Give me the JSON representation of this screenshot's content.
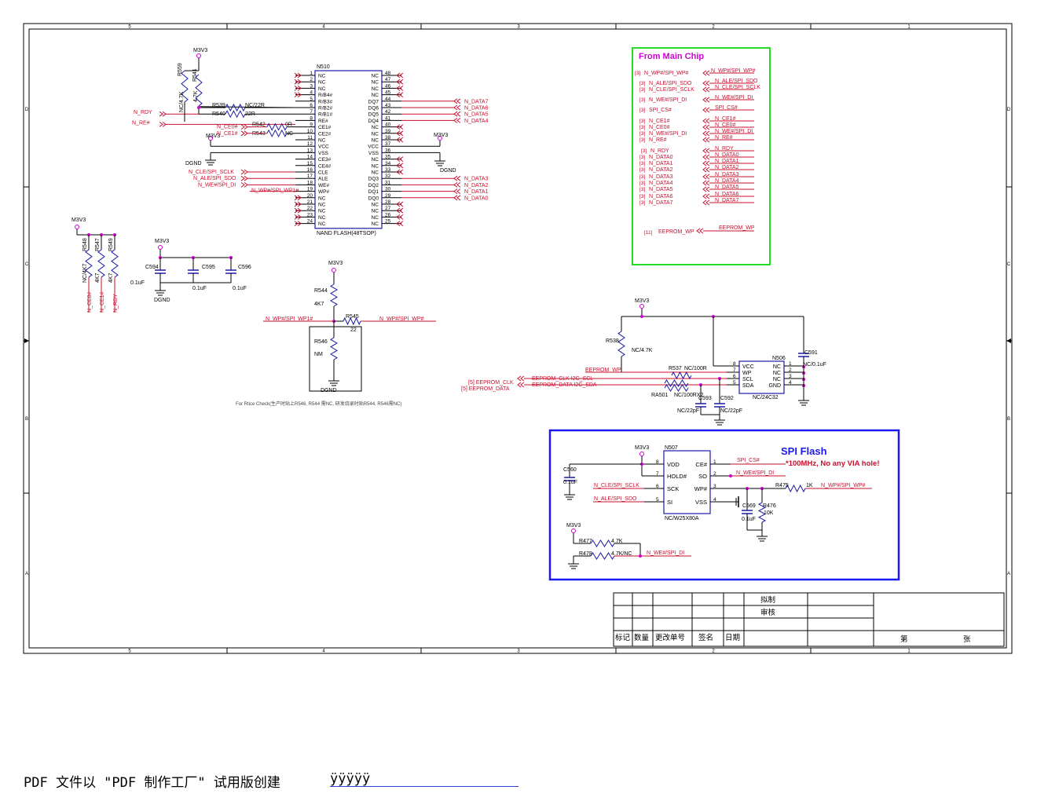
{
  "frame": {
    "col_numbers": [
      "5",
      "4",
      "3",
      "2",
      "1"
    ],
    "row_letters": [
      "D",
      "C",
      "B",
      "A"
    ]
  },
  "nand": {
    "ref": "N510",
    "part": "NAND FLASH(48TSOP)",
    "left_pins": [
      {
        "num": "1",
        "name": "NC"
      },
      {
        "num": "2",
        "name": "NC"
      },
      {
        "num": "3",
        "name": "NC"
      },
      {
        "num": "4",
        "name": "R/B4#"
      },
      {
        "num": "5",
        "name": "R/B3#"
      },
      {
        "num": "6",
        "name": "R/B2#"
      },
      {
        "num": "7",
        "name": "R/B1#"
      },
      {
        "num": "8",
        "name": "RE#"
      },
      {
        "num": "9",
        "name": "CE1#"
      },
      {
        "num": "10",
        "name": "CE2#"
      },
      {
        "num": "11",
        "name": "NC"
      },
      {
        "num": "12",
        "name": "VCC"
      },
      {
        "num": "13",
        "name": "VSS"
      },
      {
        "num": "14",
        "name": "CE3#"
      },
      {
        "num": "15",
        "name": "CE4#"
      },
      {
        "num": "16",
        "name": "CLE"
      },
      {
        "num": "17",
        "name": "ALE"
      },
      {
        "num": "18",
        "name": "WE#"
      },
      {
        "num": "19",
        "name": "WP#"
      },
      {
        "num": "20",
        "name": "NC"
      },
      {
        "num": "21",
        "name": "NC"
      },
      {
        "num": "22",
        "name": "NC"
      },
      {
        "num": "23",
        "name": "NC"
      },
      {
        "num": "24",
        "name": "NC"
      }
    ],
    "right_pins": [
      {
        "num": "48",
        "name": "NC"
      },
      {
        "num": "47",
        "name": "NC"
      },
      {
        "num": "46",
        "name": "NC"
      },
      {
        "num": "45",
        "name": "NC"
      },
      {
        "num": "44",
        "name": "DQ7"
      },
      {
        "num": "43",
        "name": "DQ6"
      },
      {
        "num": "42",
        "name": "DQ5"
      },
      {
        "num": "41",
        "name": "DQ4"
      },
      {
        "num": "40",
        "name": "NC"
      },
      {
        "num": "39",
        "name": "NC"
      },
      {
        "num": "38",
        "name": "NC"
      },
      {
        "num": "37",
        "name": "VCC"
      },
      {
        "num": "36",
        "name": "VSS"
      },
      {
        "num": "35",
        "name": "NC"
      },
      {
        "num": "34",
        "name": "NC"
      },
      {
        "num": "33",
        "name": "NC"
      },
      {
        "num": "32",
        "name": "DQ3"
      },
      {
        "num": "31",
        "name": "DQ2"
      },
      {
        "num": "30",
        "name": "DQ1"
      },
      {
        "num": "29",
        "name": "DQ0"
      },
      {
        "num": "28",
        "name": "NC"
      },
      {
        "num": "27",
        "name": "NC"
      },
      {
        "num": "26",
        "name": "NC"
      },
      {
        "num": "25",
        "name": "NC"
      }
    ],
    "right_nets": [
      "N_DATA7",
      "N_DATA6",
      "N_DATA5",
      "N_DATA4",
      "N_DATA3",
      "N_DATA2",
      "N_DATA1",
      "N_DATA0"
    ],
    "left_nets": {
      "rdy": "N_RDY",
      "re": "N_RE#",
      "ce0": "N_CE0#",
      "ce1": "N_CE1#",
      "cle": "N_CLE/SPI_SCLK",
      "ale": "N_ALE/SPI_SDO",
      "we": "N_WE#/SPI_DI",
      "wp": "N_WP#/SPI_WP1#"
    },
    "resistors": [
      {
        "ref": "R539",
        "val": "NC/22R"
      },
      {
        "ref": "R540",
        "val": "22R"
      },
      {
        "ref": "R542",
        "val": "0R"
      },
      {
        "ref": "R543",
        "val": "NC"
      },
      {
        "ref": "R559",
        "val": "NC/4.7K"
      },
      {
        "ref": "R541",
        "val": "4.7K"
      }
    ],
    "power": "M3V3",
    "ground": "DGND"
  },
  "pullups": {
    "power": "M3V3",
    "resistors": [
      {
        "ref": "R548",
        "val": "NC/4K7"
      },
      {
        "ref": "R547",
        "val": "4K7"
      },
      {
        "ref": "R549",
        "val": "4K7"
      }
    ],
    "nets": [
      "N_CE0#",
      "N_CE1#",
      "N_RDY"
    ]
  },
  "decoupling": {
    "power": "M3V3",
    "ground": "DGND",
    "caps": [
      {
        "ref": "C594",
        "val": "0.1uF"
      },
      {
        "ref": "C595",
        "val": "0.1uF"
      },
      {
        "ref": "C596",
        "val": "0.1uF"
      }
    ]
  },
  "wp_block": {
    "power": "M3V3",
    "r544": {
      "ref": "R544",
      "val": "4K7"
    },
    "r545": {
      "ref": "R545",
      "val": "22"
    },
    "r546": {
      "ref": "R546",
      "val": "NM"
    },
    "net_left": "N_WP#/SPI_WP1#",
    "net_right": "N_WP#/SPI_WP#",
    "ground": "DGND",
    "note": "For Rtice Check(生产时贴上R546, R544 需NC, 研发烧录时贴R544, R546需NC)"
  },
  "main_chip": {
    "title": "From Main Chip",
    "rows": [
      {
        "ref": "[3]",
        "left": "N_WP#/SPI_WP#",
        "right": "N_WP#/SPI_WP#"
      },
      {
        "ref": "[3]",
        "left": "N_ALE/SPI_SDO",
        "right": "N_ALE/SPI_SDO"
      },
      {
        "ref": "[3]",
        "left": "N_CLE/SPI_SCLK",
        "right": "N_CLE/SPI_SCLK"
      },
      {
        "ref": "[3]",
        "left": "N_WE#/SPI_DI",
        "right": "N_WE#/SPI_DI"
      },
      {
        "ref": "[3]",
        "left": "SPI_CS#",
        "right": "SPI_CS#"
      },
      {
        "ref": "[3]",
        "left": "N_CE1#",
        "right": "N_CE1#"
      },
      {
        "ref": "[3]",
        "left": "N_CE0#",
        "right": "N_CE0#"
      },
      {
        "ref": "[3]",
        "left": "N_WE#/SPI_DI",
        "right": "N_WE#/SPI_DI"
      },
      {
        "ref": "[3]",
        "left": "N_RE#",
        "right": "N_RE#"
      },
      {
        "ref": "[3]",
        "left": "N_RDY",
        "right": "N_RDY"
      },
      {
        "ref": "[3]",
        "left": "N_DATA0",
        "right": "N_DATA0"
      },
      {
        "ref": "[3]",
        "left": "N_DATA1",
        "right": "N_DATA1"
      },
      {
        "ref": "[3]",
        "left": "N_DATA2",
        "right": "N_DATA2"
      },
      {
        "ref": "[3]",
        "left": "N_DATA3",
        "right": "N_DATA3"
      },
      {
        "ref": "[3]",
        "left": "N_DATA4",
        "right": "N_DATA4"
      },
      {
        "ref": "[3]",
        "left": "N_DATA5",
        "right": "N_DATA5"
      },
      {
        "ref": "[3]",
        "left": "N_DATA6",
        "right": "N_DATA6"
      },
      {
        "ref": "[3]",
        "left": "N_DATA7",
        "right": "N_DATA7"
      }
    ],
    "eeprom": {
      "ref": "[11]",
      "left": "EEPROM_WP",
      "right": "EEPROM_WP"
    }
  },
  "eeprom": {
    "ref": "N506",
    "part": "NC/24C32",
    "power": "M3V3",
    "left_pins": [
      {
        "num": "8",
        "name": "VCC"
      },
      {
        "num": "7",
        "name": "WP"
      },
      {
        "num": "6",
        "name": "SCL"
      },
      {
        "num": "5",
        "name": "SDA"
      }
    ],
    "right_pins": [
      {
        "num": "1",
        "name": "NC"
      },
      {
        "num": "2",
        "name": "NC"
      },
      {
        "num": "3",
        "name": "NC"
      },
      {
        "num": "4",
        "name": "GND"
      }
    ],
    "r538": {
      "ref": "R538",
      "val": "NC/4.7K"
    },
    "r537": {
      "ref": "R537",
      "val": "NC/100R"
    },
    "ra501": {
      "ref": "RA501",
      "val": "NC/100RX2"
    },
    "c591": {
      "ref": "C591",
      "val": "NC/0.1uF"
    },
    "c593": {
      "ref": "C593",
      "val": "NC/22pF"
    },
    "c592": {
      "ref": "C592",
      "val": "NC/22pF"
    },
    "net_wp": "EEPROM_WP",
    "net_clk": "EEPROM_CLK I2C_SCL",
    "net_data": "EEPROM_DATA I2C_SDA",
    "off_clk": "[5] EEPROM_CLK",
    "off_data": "[5] EEPROM_DATA"
  },
  "spi": {
    "title": "SPI Flash",
    "subtitle": "*100MHz, No any VIA hole!",
    "ref": "N507",
    "part": "NC/W25X80A",
    "power": "M3V3",
    "left_pins": [
      {
        "num": "8",
        "name": "VDD"
      },
      {
        "num": "7",
        "name": "HOLD#"
      },
      {
        "num": "6",
        "name": "SCK"
      },
      {
        "num": "5",
        "name": "SI"
      }
    ],
    "right_pins": [
      {
        "num": "1",
        "name": "CE#"
      },
      {
        "num": "2",
        "name": "SO"
      },
      {
        "num": "3",
        "name": "WP#"
      },
      {
        "num": "4",
        "name": "VSS"
      }
    ],
    "c560": {
      "ref": "C560",
      "val": "0.1uF"
    },
    "c569": {
      "ref": "C569",
      "val": "0.1uF"
    },
    "r475": {
      "ref": "R475",
      "val": "1K"
    },
    "r476": {
      "ref": "R476",
      "val": "10K"
    },
    "r477": {
      "ref": "R477",
      "val": "4.7K"
    },
    "r478": {
      "ref": "R478",
      "val": "4.7K/NC"
    },
    "nets": {
      "cs": "SPI_CS#",
      "so": "N_WE#/SPI_DI",
      "wp": "N_WP#/SPI_WP#",
      "sck": "N_CLE/SPI_SCLK",
      "si": "N_ALE/SPI_SDO",
      "di": "N_WE#/SPI_DI"
    }
  },
  "title_block": {
    "draw": "拟制",
    "check": "审核",
    "headers": [
      "标记",
      "数量",
      "更改单号",
      "签名",
      "日期"
    ],
    "sheet": "第",
    "of": "张"
  },
  "footer": {
    "text": "PDF 文件以 \"PDF 制作工厂\" 试用版创建",
    "link": "ÿÿÿÿÿ"
  }
}
